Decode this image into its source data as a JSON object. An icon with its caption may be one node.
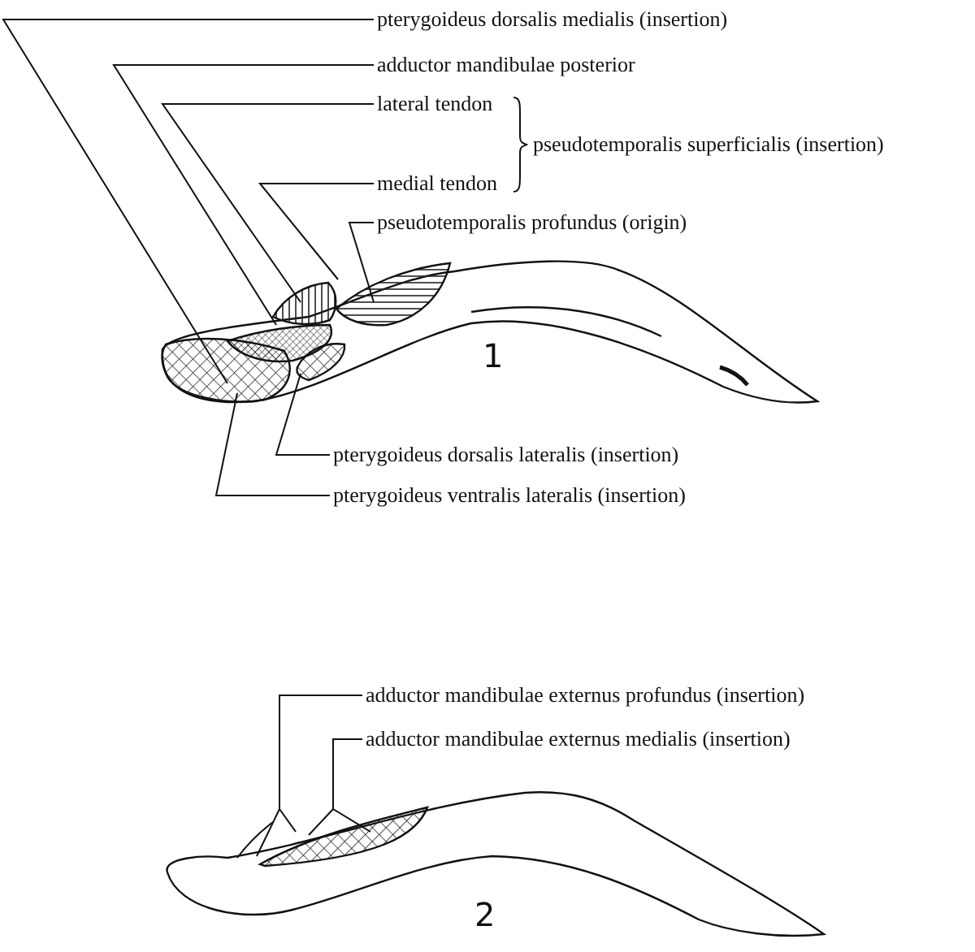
{
  "diagram": {
    "nodes": [
      {
        "text": [
          "pterygoideus dorsalis medialis (insertion)"
        ]
      },
      {
        "text": [
          "adductor mandibulae posterior"
        ]
      },
      {
        "text": [
          "lateral tendon"
        ]
      },
      {
        "text": [
          "medial tendon"
        ]
      },
      {
        "text": [
          "pseudotemporalis profundus (origin)"
        ]
      },
      {
        "text": [
          "pterygoideus dorsalis lateralis (insertion)"
        ]
      },
      {
        "text": [
          "pterygoideus ventralis lateralis (insertion)"
        ]
      },
      {
        "text": [
          "adductor mandibulae externus profundus (insertion)"
        ]
      },
      {
        "text": [
          "adductor mandibulae externus medialis (insertion)"
        ]
      }
    ],
    "edges": [
      {
        "from": 0,
        "to": null,
        "arrow": "none"
      },
      {
        "from": 1,
        "to": null,
        "arrow": "none"
      },
      {
        "from": 2,
        "to": null,
        "arrow": "none"
      },
      {
        "from": 3,
        "to": null,
        "arrow": "none"
      },
      {
        "from": 4,
        "to": null,
        "arrow": "none"
      },
      {
        "from": 5,
        "to": null,
        "arrow": "none"
      },
      {
        "from": 6,
        "to": null,
        "arrow": "none"
      },
      {
        "from": 7,
        "to": null,
        "arrow": "none"
      },
      {
        "from": 7,
        "to": null,
        "arrow": "none"
      },
      {
        "from": 8,
        "to": null,
        "arrow": "none"
      },
      {
        "from": 8,
        "to": null,
        "arrow": "none"
      }
    ],
    "labels": [
      "pseudotemporalis superficialis (insertion)",
      "1",
      "2"
    ]
  }
}
